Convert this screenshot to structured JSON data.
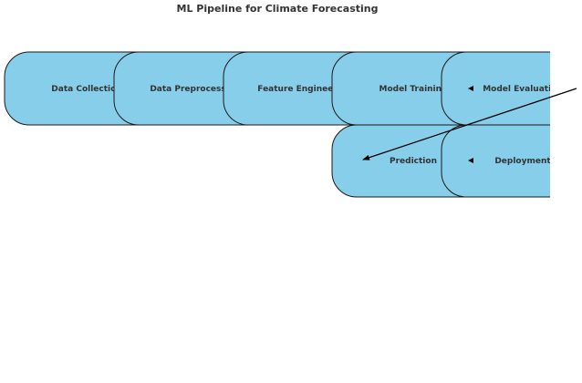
{
  "title": "ML Pipeline for Climate Forecasting",
  "colors": {
    "node_fill": "#87ceeb",
    "node_stroke": "#1a1a1a",
    "text": "#333333",
    "edge": "#000000"
  },
  "nodes": [
    {
      "id": "data-collection",
      "label": "Data Collection"
    },
    {
      "id": "data-preprocessing",
      "label": "Data Preprocessing"
    },
    {
      "id": "feature-engineering",
      "label": "Feature Engineering"
    },
    {
      "id": "model-training",
      "label": "Model Training"
    },
    {
      "id": "model-evaluation",
      "label": "Model Evaluation"
    },
    {
      "id": "prediction",
      "label": "Prediction"
    },
    {
      "id": "deployment",
      "label": "Deployment"
    }
  ],
  "edges": [
    {
      "from": "model-evaluation",
      "to": "model-training"
    },
    {
      "from": "deployment",
      "to": "prediction"
    },
    {
      "from": "model-evaluation",
      "to": "prediction"
    }
  ]
}
